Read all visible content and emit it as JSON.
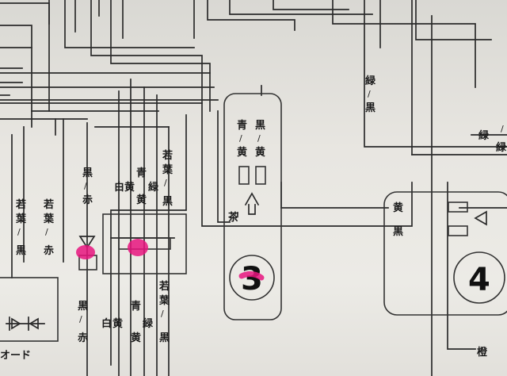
{
  "labels": {
    "black": "黒",
    "red": "赤",
    "white": "白",
    "yellow": "黄",
    "blue": "青",
    "green": "緑",
    "waka": "若",
    "ha": "葉",
    "brown": "茶",
    "orange": "橙",
    "slash": "/"
  },
  "connectors": {
    "c3": "③",
    "c3_digit": "3",
    "c4_digit": "4"
  },
  "diode_label": "オード",
  "colors": {
    "marker": "#e8157f",
    "ink": "#1a1a1a"
  }
}
